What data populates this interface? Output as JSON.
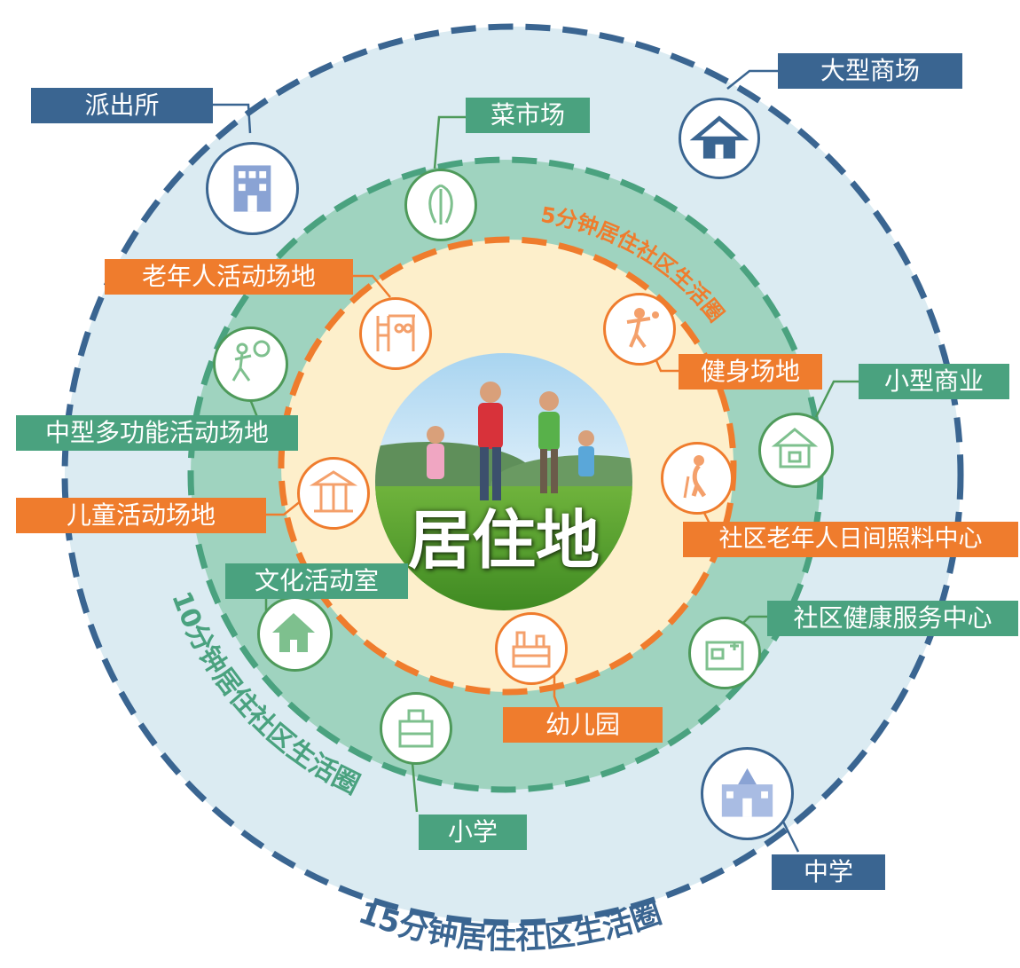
{
  "center": {
    "title": "居住地"
  },
  "rings": {
    "outer": {
      "label": "15分钟居住社区生活圈",
      "color": "#3a6591",
      "fill": "#dbebf2"
    },
    "middle": {
      "label": "10分钟居住社区生活圈",
      "color": "#4aa27f",
      "fill": "#9fd3bf"
    },
    "inner": {
      "label": "5分钟居住社区生活圈",
      "color": "#ef7c2d",
      "fill": "#fdefcb"
    }
  },
  "facilities": {
    "police_station": {
      "label": "派出所",
      "icon": "building-icon"
    },
    "shopping_mall": {
      "label": "大型商场",
      "icon": "house-icon"
    },
    "vegetable_market": {
      "label": "菜市场",
      "icon": "vegetable-icon"
    },
    "elderly_activity": {
      "label": "老年人活动场地",
      "icon": "playground-icon"
    },
    "fitness": {
      "label": "健身场地",
      "icon": "fitness-icon"
    },
    "small_business": {
      "label": "小型商业",
      "icon": "shop-icon"
    },
    "multi_function": {
      "label": "中型多功能活动场地",
      "icon": "tennis-icon"
    },
    "children_activity": {
      "label": "儿童活动场地",
      "icon": "carousel-icon"
    },
    "elderly_daycare": {
      "label": "社区老年人日间照料中心",
      "icon": "elderly-icon"
    },
    "culture_room": {
      "label": "文化活动室",
      "icon": "home-icon"
    },
    "health_center": {
      "label": "社区健康服务中心",
      "icon": "clinic-icon"
    },
    "kindergarten": {
      "label": "幼儿园",
      "icon": "factory-icon"
    },
    "primary_school": {
      "label": "小学",
      "icon": "school-icon"
    },
    "middle_school": {
      "label": "中学",
      "icon": "school-building-icon"
    }
  }
}
